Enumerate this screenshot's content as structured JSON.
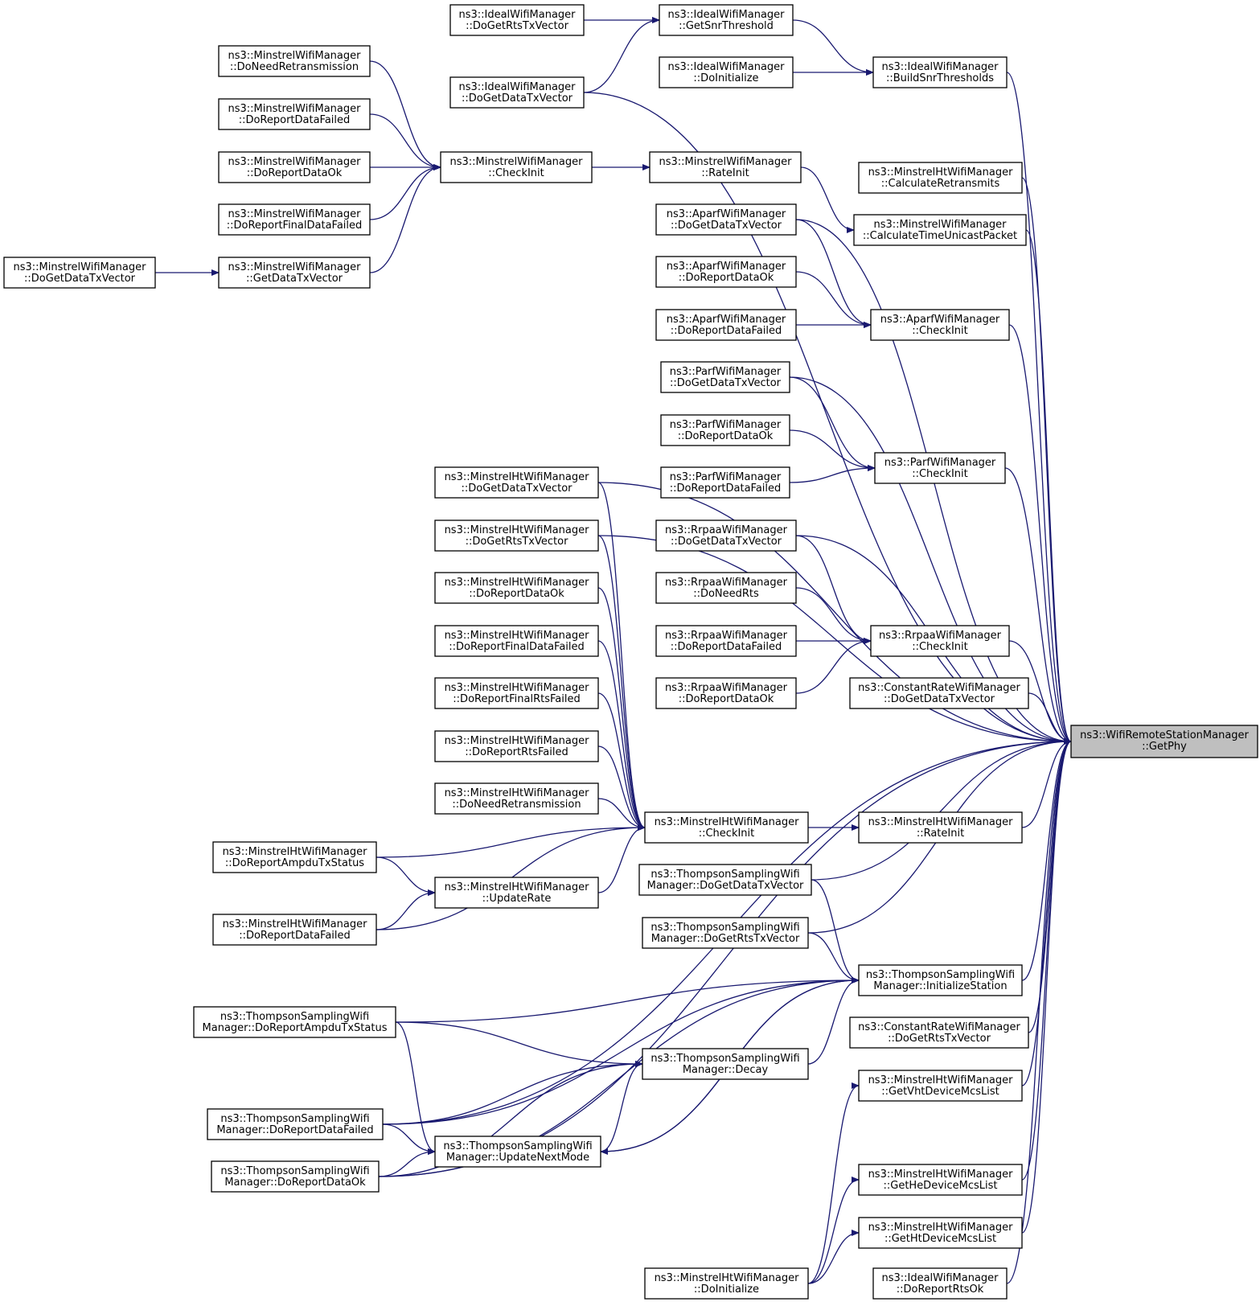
{
  "diagram": {
    "type": "call-graph",
    "edge_color": "#191970",
    "focus_fill": "#bfbfbf",
    "nodes": [
      {
        "id": "getphy",
        "lines": [
          "ns3::WifiRemoteStationManager",
          "::GetPhy"
        ],
        "focus": true
      },
      {
        "id": "ideal_dogetrts",
        "lines": [
          "ns3::IdealWifiManager",
          "::DoGetRtsTxVector"
        ]
      },
      {
        "id": "ideal_getsnr",
        "lines": [
          "ns3::IdealWifiManager",
          "::GetSnrThreshold"
        ]
      },
      {
        "id": "ideal_dogetdata",
        "lines": [
          "ns3::IdealWifiManager",
          "::DoGetDataTxVector"
        ]
      },
      {
        "id": "ideal_doinit",
        "lines": [
          "ns3::IdealWifiManager",
          "::DoInitialize"
        ]
      },
      {
        "id": "ideal_buildsnr",
        "lines": [
          "ns3::IdealWifiManager",
          "::BuildSnrThresholds"
        ]
      },
      {
        "id": "ideal_doreportrtsok",
        "lines": [
          "ns3::IdealWifiManager",
          "::DoReportRtsOk"
        ]
      },
      {
        "id": "min_doneedretx",
        "lines": [
          "ns3::MinstrelWifiManager",
          "::DoNeedRetransmission"
        ]
      },
      {
        "id": "min_doreportdatafailed",
        "lines": [
          "ns3::MinstrelWifiManager",
          "::DoReportDataFailed"
        ]
      },
      {
        "id": "min_doreportdataok",
        "lines": [
          "ns3::MinstrelWifiManager",
          "::DoReportDataOk"
        ]
      },
      {
        "id": "min_doreportfinaldatafailed",
        "lines": [
          "ns3::MinstrelWifiManager",
          "::DoReportFinalDataFailed"
        ]
      },
      {
        "id": "min_getdatatx",
        "lines": [
          "ns3::MinstrelWifiManager",
          "::GetDataTxVector"
        ]
      },
      {
        "id": "min_dogetdatatx",
        "lines": [
          "ns3::MinstrelWifiManager",
          "::DoGetDataTxVector"
        ]
      },
      {
        "id": "min_checkinit",
        "lines": [
          "ns3::MinstrelWifiManager",
          "::CheckInit"
        ]
      },
      {
        "id": "min_rateinit",
        "lines": [
          "ns3::MinstrelWifiManager",
          "::RateInit"
        ]
      },
      {
        "id": "min_calctime",
        "lines": [
          "ns3::MinstrelWifiManager",
          "::CalculateTimeUnicastPacket"
        ]
      },
      {
        "id": "minht_calcretx",
        "lines": [
          "ns3::MinstrelHtWifiManager",
          "::CalculateRetransmits"
        ]
      },
      {
        "id": "aparf_dogetdata",
        "lines": [
          "ns3::AparfWifiManager",
          "::DoGetDataTxVector"
        ]
      },
      {
        "id": "aparf_doreportdataok",
        "lines": [
          "ns3::AparfWifiManager",
          "::DoReportDataOk"
        ]
      },
      {
        "id": "aparf_doreportdatafailed",
        "lines": [
          "ns3::AparfWifiManager",
          "::DoReportDataFailed"
        ]
      },
      {
        "id": "aparf_checkinit",
        "lines": [
          "ns3::AparfWifiManager",
          "::CheckInit"
        ]
      },
      {
        "id": "parf_dogetdata",
        "lines": [
          "ns3::ParfWifiManager",
          "::DoGetDataTxVector"
        ]
      },
      {
        "id": "parf_doreportdataok",
        "lines": [
          "ns3::ParfWifiManager",
          "::DoReportDataOk"
        ]
      },
      {
        "id": "parf_doreportdatafailed",
        "lines": [
          "ns3::ParfWifiManager",
          "::DoReportDataFailed"
        ]
      },
      {
        "id": "parf_checkinit",
        "lines": [
          "ns3::ParfWifiManager",
          "::CheckInit"
        ]
      },
      {
        "id": "rrpaa_dogetdata",
        "lines": [
          "ns3::RrpaaWifiManager",
          "::DoGetDataTxVector"
        ]
      },
      {
        "id": "rrpaa_doneedrts",
        "lines": [
          "ns3::RrpaaWifiManager",
          "::DoNeedRts"
        ]
      },
      {
        "id": "rrpaa_doreportdatafailed",
        "lines": [
          "ns3::RrpaaWifiManager",
          "::DoReportDataFailed"
        ]
      },
      {
        "id": "rrpaa_doreportdataok",
        "lines": [
          "ns3::RrpaaWifiManager",
          "::DoReportDataOk"
        ]
      },
      {
        "id": "rrpaa_checkinit",
        "lines": [
          "ns3::RrpaaWifiManager",
          "::CheckInit"
        ]
      },
      {
        "id": "const_dogetdata",
        "lines": [
          "ns3::ConstantRateWifiManager",
          "::DoGetDataTxVector"
        ]
      },
      {
        "id": "const_dogetrts",
        "lines": [
          "ns3::ConstantRateWifiManager",
          "::DoGetRtsTxVector"
        ]
      },
      {
        "id": "mht_dogetdata",
        "lines": [
          "ns3::MinstrelHtWifiManager",
          "::DoGetDataTxVector"
        ]
      },
      {
        "id": "mht_dogetrts",
        "lines": [
          "ns3::MinstrelHtWifiManager",
          "::DoGetRtsTxVector"
        ]
      },
      {
        "id": "mht_doreportdataok",
        "lines": [
          "ns3::MinstrelHtWifiManager",
          "::DoReportDataOk"
        ]
      },
      {
        "id": "mht_doreportfinaldatafailed",
        "lines": [
          "ns3::MinstrelHtWifiManager",
          "::DoReportFinalDataFailed"
        ]
      },
      {
        "id": "mht_doreportfinalrtsfailed",
        "lines": [
          "ns3::MinstrelHtWifiManager",
          "::DoReportFinalRtsFailed"
        ]
      },
      {
        "id": "mht_doreportrtsfailed",
        "lines": [
          "ns3::MinstrelHtWifiManager",
          "::DoReportRtsFailed"
        ]
      },
      {
        "id": "mht_doneedretx",
        "lines": [
          "ns3::MinstrelHtWifiManager",
          "::DoNeedRetransmission"
        ]
      },
      {
        "id": "mht_doreportampdu",
        "lines": [
          "ns3::MinstrelHtWifiManager",
          "::DoReportAmpduTxStatus"
        ]
      },
      {
        "id": "mht_updaterate",
        "lines": [
          "ns3::MinstrelHtWifiManager",
          "::UpdateRate"
        ]
      },
      {
        "id": "mht_doreportdatafailed",
        "lines": [
          "ns3::MinstrelHtWifiManager",
          "::DoReportDataFailed"
        ]
      },
      {
        "id": "mht_checkinit",
        "lines": [
          "ns3::MinstrelHtWifiManager",
          "::CheckInit"
        ]
      },
      {
        "id": "mht_rateinit",
        "lines": [
          "ns3::MinstrelHtWifiManager",
          "::RateInit"
        ]
      },
      {
        "id": "mht_getvht",
        "lines": [
          "ns3::MinstrelHtWifiManager",
          "::GetVhtDeviceMcsList"
        ]
      },
      {
        "id": "mht_gethe",
        "lines": [
          "ns3::MinstrelHtWifiManager",
          "::GetHeDeviceMcsList"
        ]
      },
      {
        "id": "mht_getht",
        "lines": [
          "ns3::MinstrelHtWifiManager",
          "::GetHtDeviceMcsList"
        ]
      },
      {
        "id": "mht_doinit",
        "lines": [
          "ns3::MinstrelHtWifiManager",
          "::DoInitialize"
        ]
      },
      {
        "id": "ts_dogetdata",
        "lines": [
          "ns3::ThompsonSamplingWifi",
          "Manager::DoGetDataTxVector"
        ]
      },
      {
        "id": "ts_dogetrts",
        "lines": [
          "ns3::ThompsonSamplingWifi",
          "Manager::DoGetRtsTxVector"
        ]
      },
      {
        "id": "ts_initstation",
        "lines": [
          "ns3::ThompsonSamplingWifi",
          "Manager::InitializeStation"
        ]
      },
      {
        "id": "ts_doreportampdu",
        "lines": [
          "ns3::ThompsonSamplingWifi",
          "Manager::DoReportAmpduTxStatus"
        ]
      },
      {
        "id": "ts_decay",
        "lines": [
          "ns3::ThompsonSamplingWifi",
          "Manager::Decay"
        ]
      },
      {
        "id": "ts_doreportdatafailed",
        "lines": [
          "ns3::ThompsonSamplingWifi",
          "Manager::DoReportDataFailed"
        ]
      },
      {
        "id": "ts_doreportdataok",
        "lines": [
          "ns3::ThompsonSamplingWifi",
          "Manager::DoReportDataOk"
        ]
      },
      {
        "id": "ts_updatenextmode",
        "lines": [
          "ns3::ThompsonSamplingWifi",
          "Manager::UpdateNextMode"
        ]
      }
    ],
    "edges": [
      [
        "ideal_dogetrts",
        "ideal_getsnr"
      ],
      [
        "ideal_dogetdata",
        "ideal_getsnr"
      ],
      [
        "ideal_getsnr",
        "ideal_buildsnr"
      ],
      [
        "ideal_doinit",
        "ideal_buildsnr"
      ],
      [
        "ideal_buildsnr",
        "getphy"
      ],
      [
        "ideal_dogetdata",
        "getphy"
      ],
      [
        "ideal_doreportrtsok",
        "getphy"
      ],
      [
        "min_doneedretx",
        "min_checkinit"
      ],
      [
        "min_doreportdatafailed",
        "min_checkinit"
      ],
      [
        "min_doreportdataok",
        "min_checkinit"
      ],
      [
        "min_doreportfinaldatafailed",
        "min_checkinit"
      ],
      [
        "min_getdatatx",
        "min_checkinit"
      ],
      [
        "min_dogetdatatx",
        "min_getdatatx"
      ],
      [
        "min_checkinit",
        "min_rateinit"
      ],
      [
        "min_rateinit",
        "min_calctime"
      ],
      [
        "min_calctime",
        "getphy"
      ],
      [
        "minht_calcretx",
        "getphy"
      ],
      [
        "aparf_dogetdata",
        "aparf_checkinit"
      ],
      [
        "aparf_doreportdataok",
        "aparf_checkinit"
      ],
      [
        "aparf_doreportdatafailed",
        "aparf_checkinit"
      ],
      [
        "aparf_checkinit",
        "getphy"
      ],
      [
        "aparf_dogetdata",
        "getphy"
      ],
      [
        "parf_dogetdata",
        "parf_checkinit"
      ],
      [
        "parf_doreportdataok",
        "parf_checkinit"
      ],
      [
        "parf_doreportdatafailed",
        "parf_checkinit"
      ],
      [
        "parf_checkinit",
        "getphy"
      ],
      [
        "parf_dogetdata",
        "getphy"
      ],
      [
        "rrpaa_dogetdata",
        "rrpaa_checkinit"
      ],
      [
        "rrpaa_doneedrts",
        "rrpaa_checkinit"
      ],
      [
        "rrpaa_doreportdatafailed",
        "rrpaa_checkinit"
      ],
      [
        "rrpaa_doreportdataok",
        "rrpaa_checkinit"
      ],
      [
        "rrpaa_checkinit",
        "getphy"
      ],
      [
        "rrpaa_dogetdata",
        "getphy"
      ],
      [
        "const_dogetdata",
        "getphy"
      ],
      [
        "const_dogetrts",
        "getphy"
      ],
      [
        "mht_dogetdata",
        "mht_checkinit"
      ],
      [
        "mht_dogetrts",
        "mht_checkinit"
      ],
      [
        "mht_doreportdataok",
        "mht_checkinit"
      ],
      [
        "mht_doreportfinaldatafailed",
        "mht_checkinit"
      ],
      [
        "mht_doreportfinalrtsfailed",
        "mht_checkinit"
      ],
      [
        "mht_doreportrtsfailed",
        "mht_checkinit"
      ],
      [
        "mht_doneedretx",
        "mht_checkinit"
      ],
      [
        "mht_doreportampdu",
        "mht_checkinit"
      ],
      [
        "mht_updaterate",
        "mht_checkinit"
      ],
      [
        "mht_doreportdatafailed",
        "mht_checkinit"
      ],
      [
        "mht_doreportampdu",
        "mht_updaterate"
      ],
      [
        "mht_doreportdatafailed",
        "mht_updaterate"
      ],
      [
        "mht_checkinit",
        "mht_rateinit"
      ],
      [
        "mht_rateinit",
        "getphy"
      ],
      [
        "mht_dogetdata",
        "getphy"
      ],
      [
        "mht_dogetrts",
        "getphy"
      ],
      [
        "mht_doinit",
        "mht_getvht"
      ],
      [
        "mht_doinit",
        "mht_gethe"
      ],
      [
        "mht_doinit",
        "mht_getht"
      ],
      [
        "mht_getvht",
        "getphy"
      ],
      [
        "mht_gethe",
        "getphy"
      ],
      [
        "mht_getht",
        "getphy"
      ],
      [
        "ts_dogetdata",
        "getphy"
      ],
      [
        "ts_dogetrts",
        "getphy"
      ],
      [
        "ts_dogetdata",
        "ts_initstation"
      ],
      [
        "ts_dogetrts",
        "ts_initstation"
      ],
      [
        "ts_doreportampdu",
        "ts_initstation"
      ],
      [
        "ts_decay",
        "ts_initstation"
      ],
      [
        "ts_doreportdatafailed",
        "ts_initstation"
      ],
      [
        "ts_doreportdataok",
        "ts_initstation"
      ],
      [
        "ts_updatenextmode",
        "ts_initstation"
      ],
      [
        "ts_initstation",
        "getphy"
      ],
      [
        "ts_doreportampdu",
        "ts_decay"
      ],
      [
        "ts_doreportdatafailed",
        "ts_decay"
      ],
      [
        "ts_doreportdataok",
        "ts_decay"
      ],
      [
        "ts_updatenextmode",
        "ts_decay"
      ],
      [
        "ts_doreportampdu",
        "ts_updatenextmode"
      ],
      [
        "ts_doreportdatafailed",
        "ts_updatenextmode"
      ],
      [
        "ts_doreportdataok",
        "ts_updatenextmode"
      ],
      [
        "ts_initstation",
        "ts_updatenextmode"
      ],
      [
        "ts_doreportdatafailed",
        "getphy"
      ],
      [
        "ts_doreportdataok",
        "getphy"
      ]
    ]
  }
}
